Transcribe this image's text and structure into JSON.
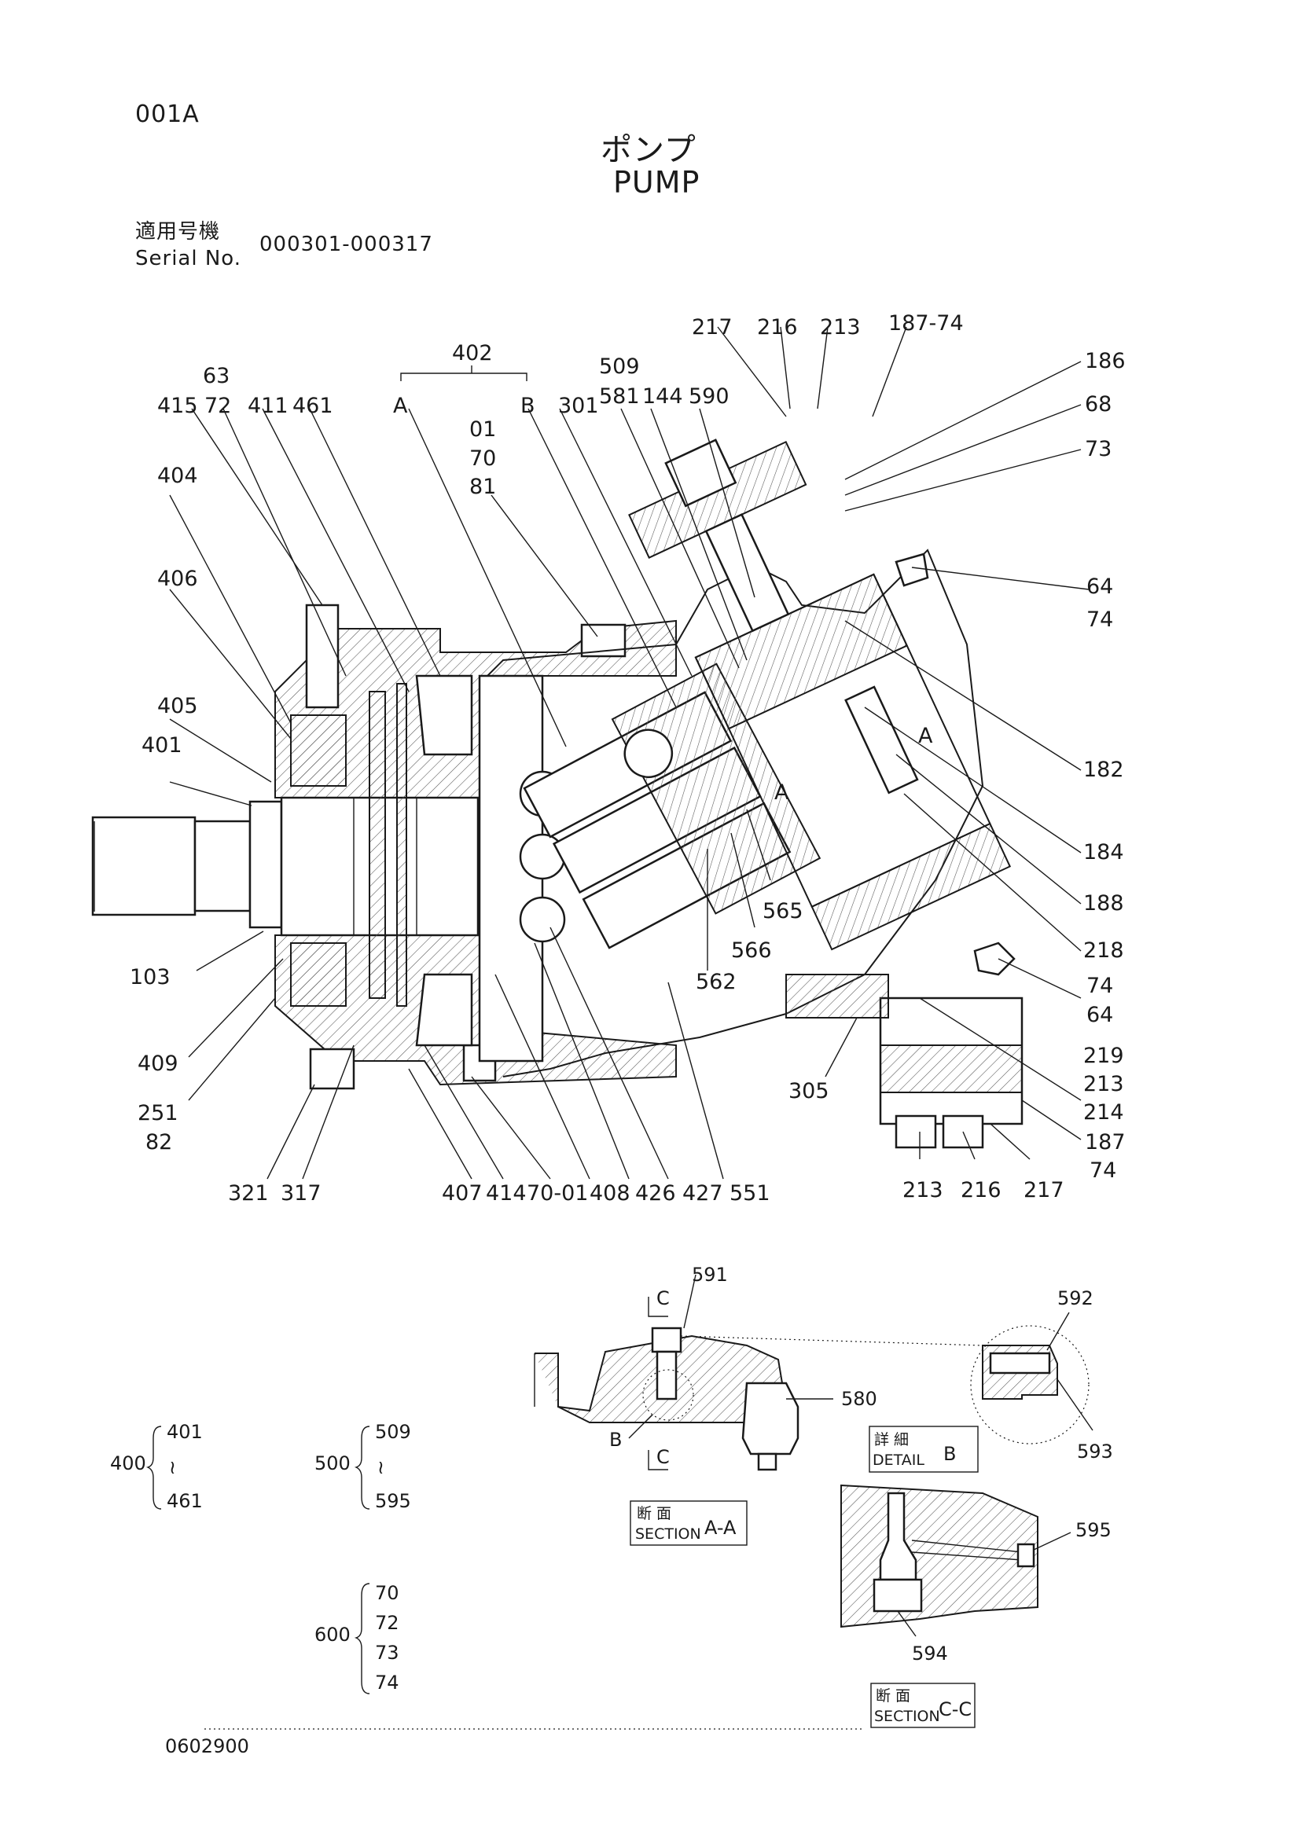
{
  "header": {
    "page_code": "001A",
    "title_jp": "ポンプ",
    "title_en": "PUMP",
    "serial_label_jp": "適用号機",
    "serial_label_en": "Serial No.",
    "serial_value": "000301-000317"
  },
  "callouts": {
    "c217a": "217",
    "c216a": "216",
    "c213a": "213",
    "c187_74a": "187-74",
    "c186": "186",
    "c68": "68",
    "c73": "73",
    "c402": "402",
    "c63": "63",
    "c415": "415",
    "c72": "72",
    "c411": "411",
    "c461": "461",
    "cA": "A",
    "cB": "B",
    "c301": "301",
    "c509": "509",
    "c581": "581",
    "c144": "144",
    "c590": "590",
    "c01": "01",
    "c70": "70",
    "c81": "81",
    "c404": "404",
    "c406": "406",
    "c405": "405",
    "c401": "401",
    "c64a": "64",
    "c74a": "74",
    "c182": "182",
    "c184": "184",
    "c188": "188",
    "c218": "218",
    "c74b": "74",
    "c64b": "64",
    "c219": "219",
    "c213b": "213",
    "c214": "214",
    "c187b": "187",
    "c74c": "74",
    "c565": "565",
    "c566": "566",
    "c562": "562",
    "cA2": "A",
    "c103": "103",
    "c409": "409",
    "c251": "251",
    "c82": "82",
    "c305": "305",
    "c321": "321",
    "c317": "317",
    "c407": "407",
    "c414": "414",
    "c70_01": "70-01",
    "c408": "408",
    "c426": "426",
    "c427": "427",
    "c551": "551",
    "c213c": "213",
    "c216c": "216",
    "c217c": "217",
    "c591": "591",
    "c592": "592",
    "c580": "580",
    "c593": "593",
    "c595": "595",
    "c594": "594",
    "cC1": "C",
    "cC2": "C",
    "cB2": "B"
  },
  "detail_boxes": {
    "detail_b_jp": "詳 細",
    "detail_b_en": "DETAIL",
    "detail_b_id": "B",
    "section_aa_jp": "断 面",
    "section_aa_en": "SECTION",
    "section_aa_id": "A-A",
    "section_cc_jp": "断 面",
    "section_cc_en": "SECTION",
    "section_cc_id": "C-C"
  },
  "groups": {
    "g400": {
      "name": "400",
      "first": "401",
      "range": "≀",
      "last": "461"
    },
    "g500": {
      "name": "500",
      "first": "509",
      "range": "≀",
      "last": "595"
    },
    "g600": {
      "name": "600",
      "items": [
        "70",
        "72",
        "73",
        "74"
      ]
    }
  },
  "footer": {
    "drawing_number": "0602900"
  }
}
